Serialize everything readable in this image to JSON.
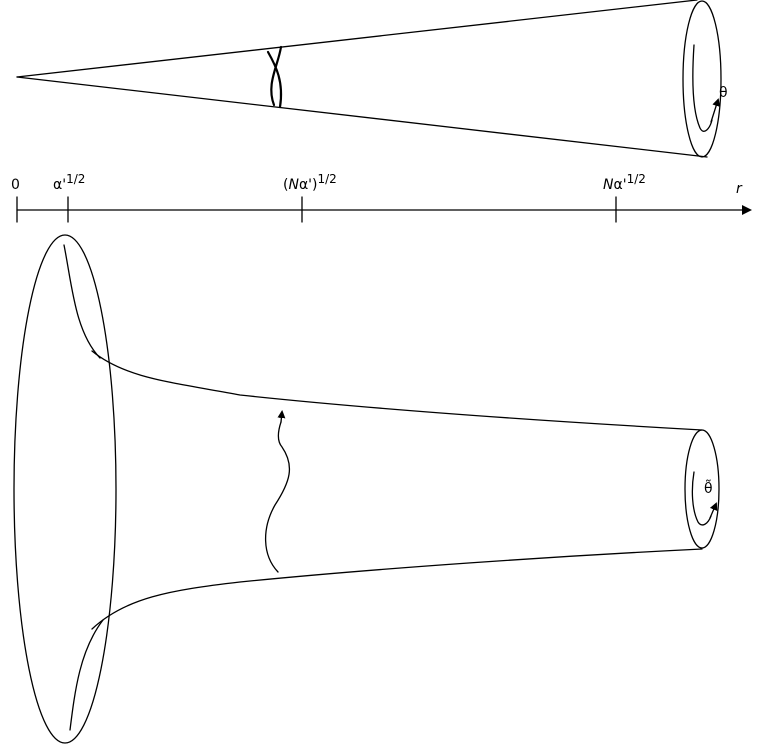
{
  "axis": {
    "variable": "r",
    "ticks": [
      {
        "base": "0",
        "exp": ""
      },
      {
        "base": "α'",
        "exp": "1/2"
      },
      {
        "base_open": "(",
        "base_italic": "N",
        "base_rest": "α')",
        "exp": "1/2"
      },
      {
        "base_italic": "N",
        "base_rest": "α'",
        "exp": "1/2"
      }
    ]
  },
  "cone": {
    "angle_label": "θ"
  },
  "throat": {
    "angle_label": "θ̃"
  }
}
